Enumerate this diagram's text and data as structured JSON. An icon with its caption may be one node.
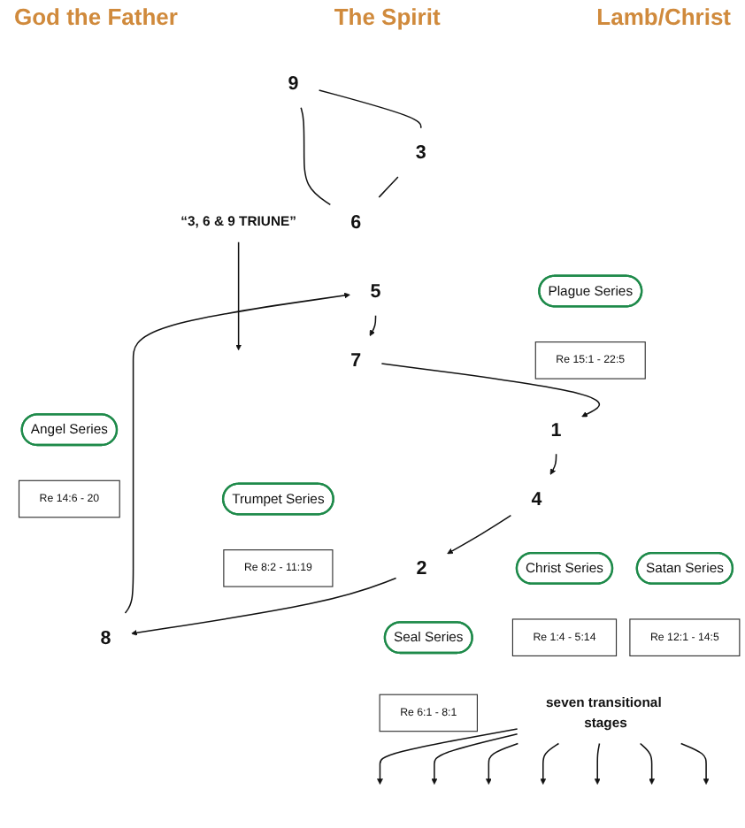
{
  "diagram": {
    "nodes": [
      {
        "text": [
          "“3, 6 & 9 TRIUNE”"
        ]
      },
      {
        "text": [
          "9"
        ]
      },
      {
        "text": [
          "Trumpet Series"
        ]
      },
      {
        "text": [
          "Re 8:2 - 11:19"
        ]
      },
      {
        "text": [
          "8"
        ]
      },
      {
        "text": [
          "Plague Series"
        ]
      },
      {
        "text": [
          "Re 15:1 - 22:5"
        ]
      },
      {
        "text": [
          "1"
        ]
      },
      {
        "text": [
          "7"
        ]
      },
      {
        "text": [
          "Angel Series"
        ]
      },
      {
        "text": [
          "Re 14:6 - 20"
        ]
      },
      {
        "text": [
          "2"
        ]
      },
      {
        "text": [
          "Seal Series"
        ]
      },
      {
        "text": [
          "Re 6:1 - 8:1"
        ]
      },
      {
        "text": [
          "6"
        ]
      },
      {
        "text": [
          "3"
        ]
      },
      {
        "text": [
          "5"
        ]
      },
      {
        "text": [
          "4"
        ]
      },
      {
        "text": [
          "Satan Series"
        ]
      },
      {
        "text": [
          "Re 12:1 - 14:5"
        ]
      },
      {
        "text": [
          "Christ Series"
        ]
      },
      {
        "text": [
          "Re 1:4 - 5:14"
        ]
      },
      {
        "text": [
          "seven transitional stages"
        ]
      }
    ],
    "edges": [
      {
        "from": 1,
        "to": 15,
        "arrow": "none"
      },
      {
        "from": 15,
        "to": 14,
        "arrow": "none"
      },
      {
        "from": 14,
        "to": 1,
        "arrow": "none"
      },
      {
        "from": 7,
        "to": 17,
        "arrow": "to"
      },
      {
        "from": 17,
        "to": 11,
        "arrow": "to"
      },
      {
        "from": 11,
        "to": 4,
        "arrow": "to"
      },
      {
        "from": 4,
        "to": 16,
        "arrow": "to"
      },
      {
        "from": 16,
        "to": 8,
        "arrow": "to"
      },
      {
        "from": 8,
        "to": 7,
        "arrow": "to"
      },
      {
        "from": 0,
        "to": null,
        "arrow": "to"
      },
      {
        "from": 22,
        "to": null,
        "arrow": "to"
      },
      {
        "from": 22,
        "to": null,
        "arrow": "to"
      },
      {
        "from": 22,
        "to": null,
        "arrow": "to"
      },
      {
        "from": 22,
        "to": null,
        "arrow": "to"
      },
      {
        "from": 22,
        "to": null,
        "arrow": "to"
      },
      {
        "from": 22,
        "to": null,
        "arrow": "to"
      },
      {
        "from": 22,
        "to": null,
        "arrow": "to"
      }
    ],
    "labels": [
      "God the Father",
      "The Spirit",
      "Lamb/Christ"
    ]
  }
}
